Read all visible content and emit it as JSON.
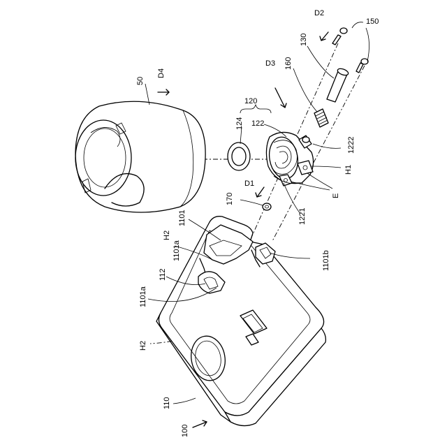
{
  "labels": {
    "d2": "D2",
    "l150": "150",
    "l130": "130",
    "d3": "D3",
    "l160": "160",
    "l50": "50",
    "d4": "D4",
    "l120": "120",
    "l124": "124",
    "l122": "122",
    "l1222": "1222",
    "h1": "H1",
    "e": "E",
    "d1": "D1",
    "l170": "170",
    "l1221": "1221",
    "l1101": "1101",
    "h2a": "H2",
    "l1101a_top": "1101a",
    "l1101b": "1101b",
    "l112": "112",
    "l1101a_left": "1101a",
    "h2b": "H2",
    "l110": "110",
    "l100": "100"
  }
}
